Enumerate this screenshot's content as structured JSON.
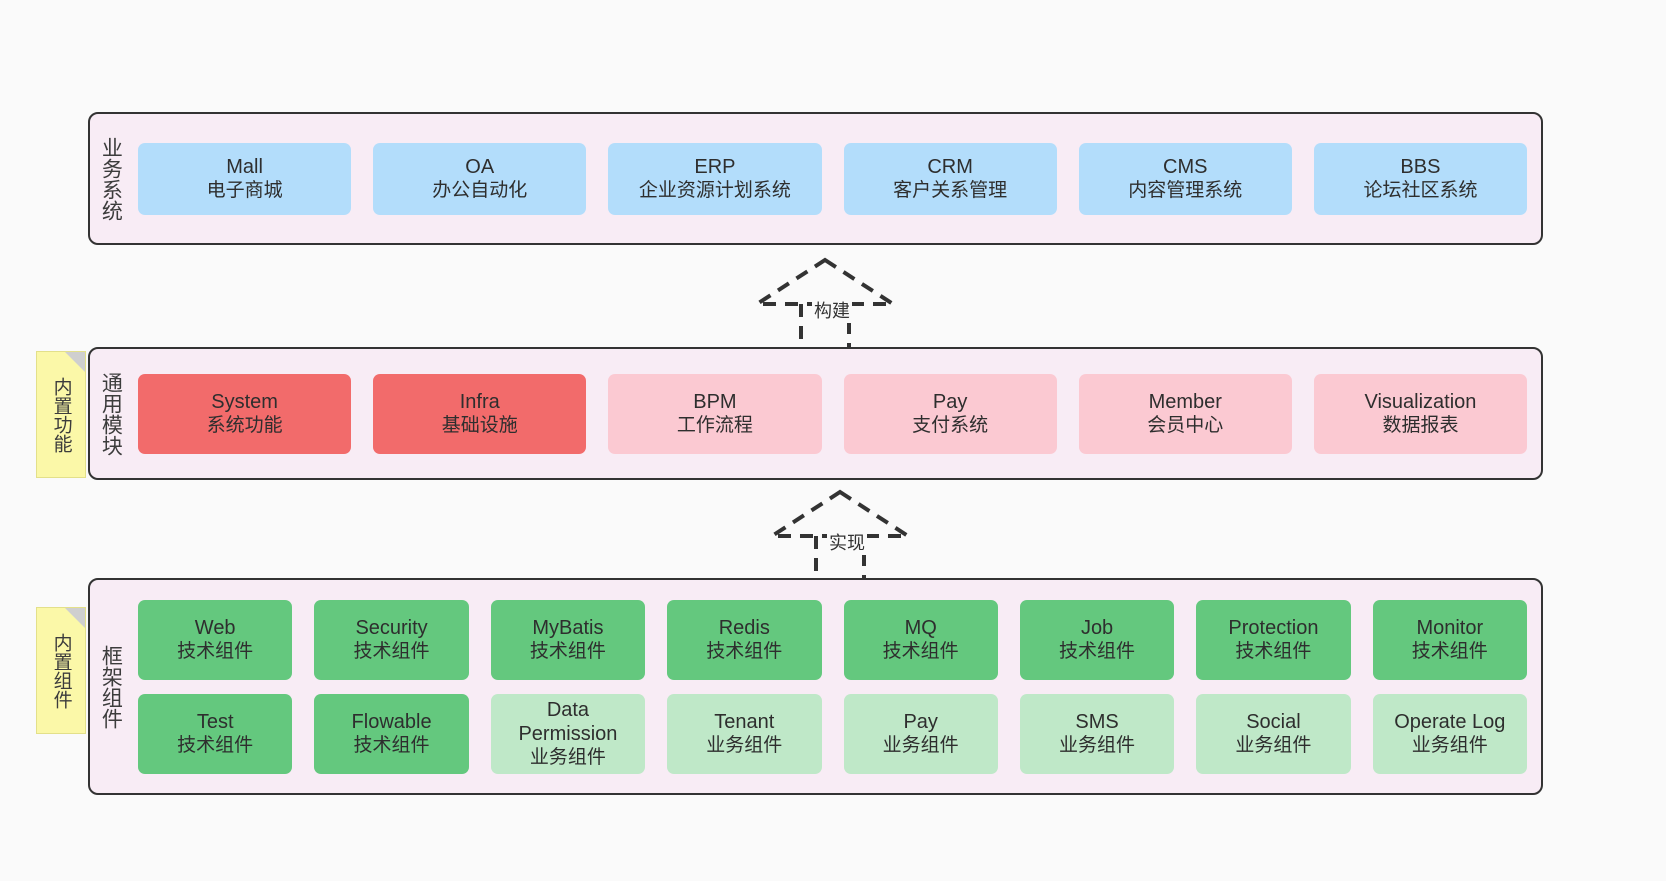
{
  "diagram": {
    "background_color": "#fafafa",
    "layer_fill": "#f8ecf5",
    "layer_border": "#333333"
  },
  "layers": [
    {
      "id": "business",
      "title": "业务系统",
      "note": null,
      "card_color": "#b3ddfb",
      "rows": [
        [
          {
            "en": "Mall",
            "cn": "电子商城",
            "style": "c-blue"
          },
          {
            "en": "OA",
            "cn": "办公自动化",
            "style": "c-blue"
          },
          {
            "en": "ERP",
            "cn": "企业资源计划系统",
            "style": "c-blue"
          },
          {
            "en": "CRM",
            "cn": "客户关系管理",
            "style": "c-blue"
          },
          {
            "en": "CMS",
            "cn": "内容管理系统",
            "style": "c-blue"
          },
          {
            "en": "BBS",
            "cn": "论坛社区系统",
            "style": "c-blue"
          }
        ]
      ]
    },
    {
      "id": "modules",
      "title": "通用模块",
      "note": "内置功能",
      "card_color": "#fbc9d2",
      "rows": [
        [
          {
            "en": "System",
            "cn": "系统功能",
            "style": "c-red"
          },
          {
            "en": "Infra",
            "cn": "基础设施",
            "style": "c-red"
          },
          {
            "en": "BPM",
            "cn": "工作流程",
            "style": "c-pink"
          },
          {
            "en": "Pay",
            "cn": "支付系统",
            "style": "c-pink"
          },
          {
            "en": "Member",
            "cn": "会员中心",
            "style": "c-pink"
          },
          {
            "en": "Visualization",
            "cn": "数据报表",
            "style": "c-pink"
          }
        ]
      ]
    },
    {
      "id": "framework",
      "title": "框架组件",
      "note": "内置组件",
      "card_color": "#64c87e",
      "rows": [
        [
          {
            "en": "Web",
            "cn": "技术组件",
            "style": "c-green"
          },
          {
            "en": "Security",
            "cn": "技术组件",
            "style": "c-green"
          },
          {
            "en": "MyBatis",
            "cn": "技术组件",
            "style": "c-green"
          },
          {
            "en": "Redis",
            "cn": "技术组件",
            "style": "c-green"
          },
          {
            "en": "MQ",
            "cn": "技术组件",
            "style": "c-green"
          },
          {
            "en": "Job",
            "cn": "技术组件",
            "style": "c-green"
          },
          {
            "en": "Protection",
            "cn": "技术组件",
            "style": "c-green"
          },
          {
            "en": "Monitor",
            "cn": "技术组件",
            "style": "c-green"
          }
        ],
        [
          {
            "en": "Test",
            "cn": "技术组件",
            "style": "c-green"
          },
          {
            "en": "Flowable",
            "cn": "技术组件",
            "style": "c-green"
          },
          {
            "en": "Data Permission",
            "cn": "业务组件",
            "style": "c-lightgreen",
            "wrap": true
          },
          {
            "en": "Tenant",
            "cn": "业务组件",
            "style": "c-lightgreen"
          },
          {
            "en": "Pay",
            "cn": "业务组件",
            "style": "c-lightgreen"
          },
          {
            "en": "SMS",
            "cn": "业务组件",
            "style": "c-lightgreen"
          },
          {
            "en": "Social",
            "cn": "业务组件",
            "style": "c-lightgreen"
          },
          {
            "en": "Operate Log",
            "cn": "业务组件",
            "style": "c-lightgreen"
          }
        ]
      ]
    }
  ],
  "arrows": [
    {
      "id": "build",
      "label": "构建",
      "from": "modules",
      "to": "business"
    },
    {
      "id": "impl",
      "label": "实现",
      "from": "framework",
      "to": "modules"
    }
  ]
}
